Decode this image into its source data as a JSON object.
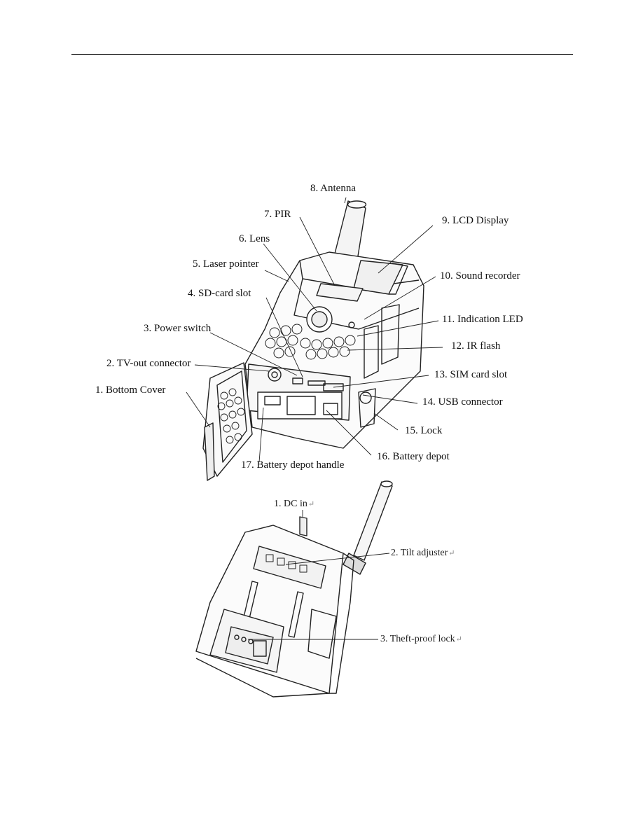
{
  "top_labels": [
    "8. Antenna",
    "7. PIR",
    "9. LCD Display",
    "6. Lens",
    "5. Laser pointer",
    "10. Sound recorder",
    "4. SD-card slot",
    "11. Indication LED",
    "3. Power switch",
    "12. IR flash",
    "2. TV-out connector",
    "13. SIM card slot",
    "1. Bottom Cover",
    "14. USB connector",
    "15. Lock",
    "16. Battery depot",
    "17. Battery depot handle"
  ],
  "bottom_labels": [
    "1. DC in",
    "2. Tilt adjuster",
    "3. Theft-proof lock"
  ],
  "return_mark": "↵"
}
